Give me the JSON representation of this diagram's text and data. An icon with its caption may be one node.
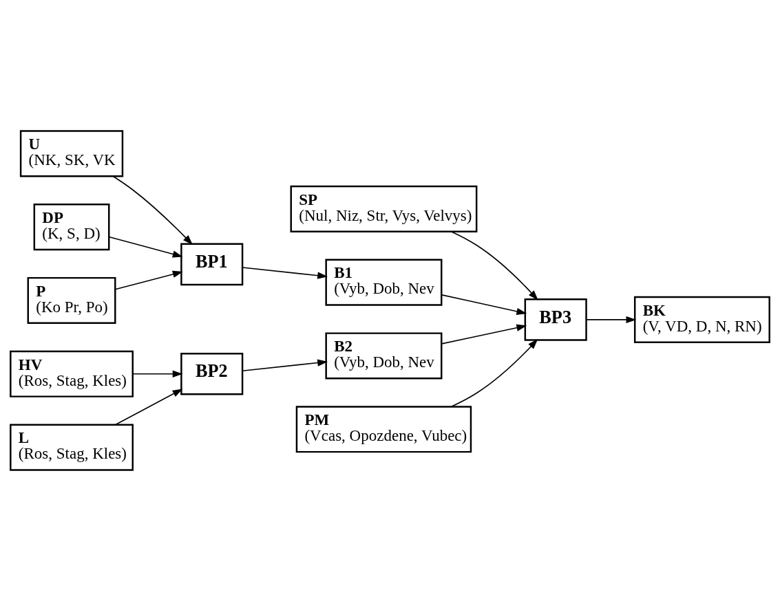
{
  "diagram": {
    "nodes": [
      {
        "text": [
          "SP",
          "(Nul, Niz, Str, Vys, Velvys)"
        ]
      },
      {
        "text": [
          "U",
          "(NK, SK, VK"
        ]
      },
      {
        "text": [
          "DP",
          "(K, S, D)"
        ]
      },
      {
        "text": [
          "P",
          "(Ko Pr, Po)"
        ]
      },
      {
        "text": [
          "BP1"
        ]
      },
      {
        "text": [
          "B1",
          "(Vyb, Dob, Nev"
        ]
      },
      {
        "text": [
          "BP3"
        ]
      },
      {
        "text": [
          "BK",
          "(V, VD, D, N, RN)"
        ]
      },
      {
        "text": [
          "HV",
          "(Ros, Stag, Kles)"
        ]
      },
      {
        "text": [
          "L",
          "(Ros, Stag, Kles)"
        ]
      },
      {
        "text": [
          "BP2"
        ]
      },
      {
        "text": [
          "B2",
          "(Vyb, Dob, Nev"
        ]
      },
      {
        "text": [
          "PM",
          "(Vcas, Opozdene, Vubec)"
        ]
      }
    ],
    "edges": [
      {
        "from": 1,
        "to": 4,
        "arrow": "to"
      },
      {
        "from": 2,
        "to": 4,
        "arrow": "to"
      },
      {
        "from": 3,
        "to": 4,
        "arrow": "to"
      },
      {
        "from": 4,
        "to": 5,
        "arrow": "to"
      },
      {
        "from": 0,
        "to": 6,
        "arrow": "to"
      },
      {
        "from": 5,
        "to": 6,
        "arrow": "to"
      },
      {
        "from": 11,
        "to": 6,
        "arrow": "to"
      },
      {
        "from": 12,
        "to": 6,
        "arrow": "to"
      },
      {
        "from": 6,
        "to": 7,
        "arrow": "to"
      },
      {
        "from": 8,
        "to": 10,
        "arrow": "to"
      },
      {
        "from": 9,
        "to": 10,
        "arrow": "to"
      },
      {
        "from": 10,
        "to": 11,
        "arrow": "to"
      }
    ]
  }
}
